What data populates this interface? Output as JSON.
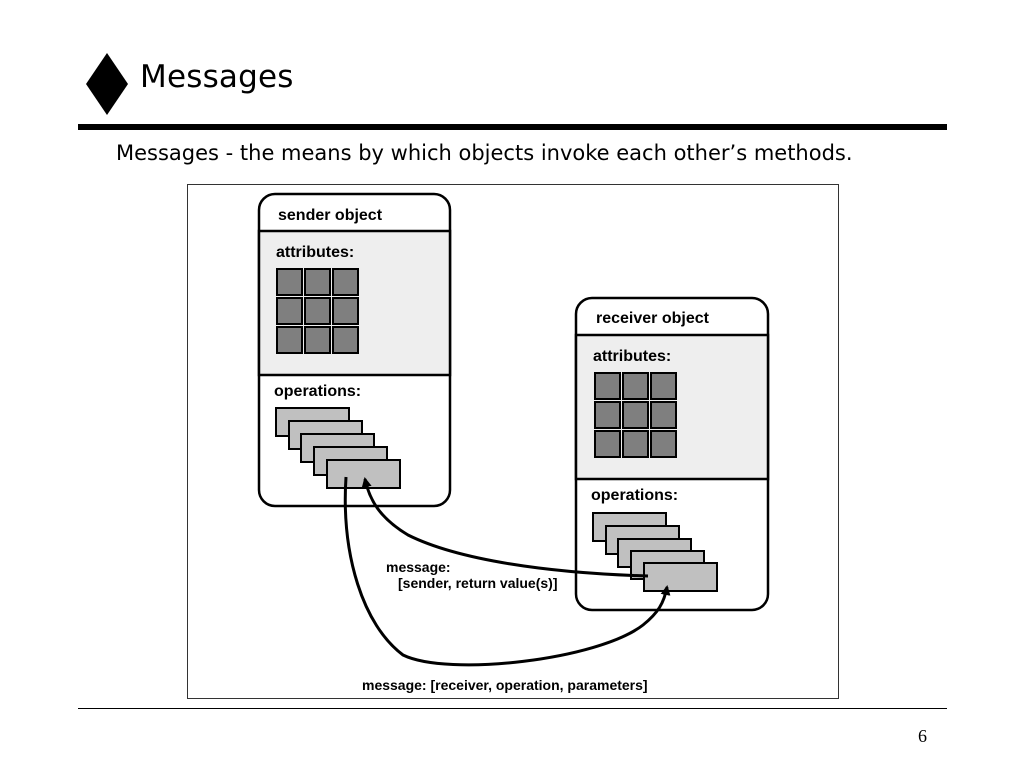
{
  "slide": {
    "title": "Messages",
    "subtitle": "Messages - the means by which objects invoke each other’s methods.",
    "page_number": "6"
  },
  "diagram": {
    "sender": {
      "title": "sender object",
      "attributes_label": "attributes:",
      "operations_label": "operations:"
    },
    "receiver": {
      "title": "receiver object",
      "attributes_label": "attributes:",
      "operations_label": "operations:"
    },
    "return_message": {
      "line1": "message:",
      "line2": "[sender, return value(s)]"
    },
    "call_message": "message: [receiver, operation, parameters]"
  },
  "colors": {
    "attribute_cell": "#7f7f7f",
    "operation_card": "#c0c0c0",
    "section_fill": "#eeeeee"
  }
}
